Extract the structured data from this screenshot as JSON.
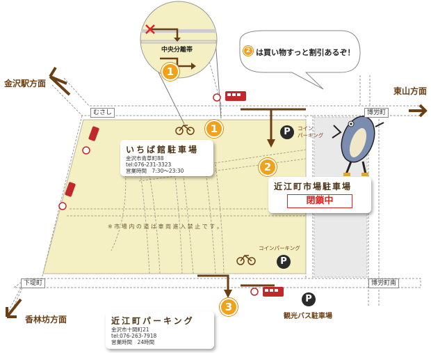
{
  "directions": {
    "kanazawa_station": "金沢駅方面",
    "higashiyama": "東山方面",
    "korinbo": "香林坊方面"
  },
  "streets": {
    "musashi": "むさし",
    "hakuromachi": "博労町",
    "shimotsutsumi": "下堤町",
    "hakuromachi_minami": "博労町南"
  },
  "callout": {
    "badge": "2",
    "text": "は買い物すっと割引あるぞ！"
  },
  "zoom": {
    "median_label": "中央分離帯",
    "badge": "1"
  },
  "parking_1": {
    "badge": "1",
    "name": "いちば館駐車場",
    "address": "金沢市青草町88",
    "tel": "tel:076-231-3323",
    "hours": "営業時間　7:30〜23:30"
  },
  "parking_2": {
    "badge": "2",
    "name": "近江町市場駐車場",
    "status": "閉鎖中"
  },
  "parking_3": {
    "badge": "3",
    "name": "近江町パーキング",
    "address": "金沢市十間町21",
    "tel": "tel:076-263-7918",
    "hours": "営業時間　24時間"
  },
  "coin_parking_ne": {
    "line1": "コイン",
    "line2": "パーキング",
    "symbol": "P"
  },
  "coin_parking_se": {
    "label": "コインパーキング",
    "symbol": "P"
  },
  "bus_parking": {
    "label": "観光バス駐車場",
    "symbol": "P"
  },
  "market_note": "※ 市 場 内 の 道 は 車 両 進 入 禁 止 で す 。",
  "colors": {
    "market": "#f5f0c4",
    "brown": "#6b3f14",
    "orange": "#f0a21b",
    "closed_red": "#e0221e"
  }
}
